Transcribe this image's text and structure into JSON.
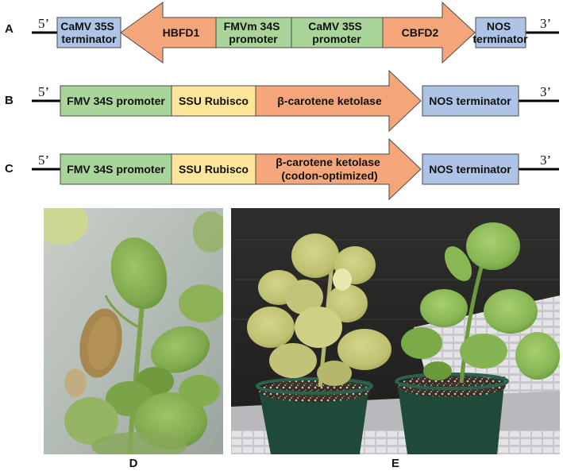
{
  "colors": {
    "blue": "#aec4e6",
    "green": "#a9d49a",
    "yellow": "#fde69a",
    "salmon": "#f4a67a",
    "line": "#000000",
    "stroke": "#4a4a4a"
  },
  "panels": {
    "A": {
      "letter": "A",
      "end5": "5’",
      "end3": "3’",
      "elements": {
        "camv_terminator": [
          "CaMV 35S",
          "terminator"
        ],
        "hbfd1": [
          "HBFD1"
        ],
        "fmvm_promoter": [
          "FMVm 34S",
          "promoter"
        ],
        "camv_promoter": [
          "CaMV 35S",
          "promoter"
        ],
        "cbfd2": [
          "CBFD2"
        ],
        "nos_terminator": [
          "NOS",
          "terminator"
        ]
      }
    },
    "B": {
      "letter": "B",
      "end5": "5’",
      "end3": "3’",
      "elements": {
        "fmv_promoter": [
          "FMV 34S promoter"
        ],
        "ssu_rubisco": [
          "SSU Rubisco"
        ],
        "ketolase": [
          "β-carotene ketolase"
        ],
        "nos_terminator": [
          "NOS terminator"
        ]
      }
    },
    "C": {
      "letter": "C",
      "end5": "5’",
      "end3": "3’",
      "elements": {
        "fmv_promoter": [
          "FMV 34S promoter"
        ],
        "ssu_rubisco": [
          "SSU Rubisco"
        ],
        "ketolase": [
          "β-carotene ketolase",
          "(codon-optimized)"
        ],
        "nos_terminator": [
          "NOS terminator"
        ]
      }
    },
    "D": {
      "letter": "D",
      "photo_icon": "plantlet-photo"
    },
    "E": {
      "letter": "E",
      "photo_icon": "potted-plants-photo"
    }
  }
}
